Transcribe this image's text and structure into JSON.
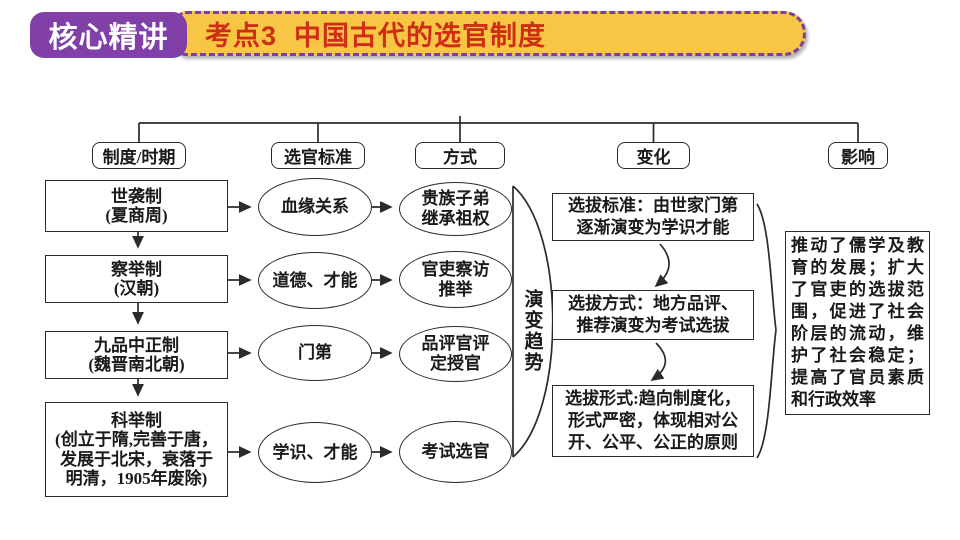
{
  "header": {
    "badge": "核心精讲",
    "title": "考点3  中国古代的选官制度"
  },
  "colors": {
    "badge_bg": "#8040A8",
    "banner_bg": "#F8C645",
    "banner_border": "#7B3FA0",
    "title_red": "#CE2E16",
    "line": "#2b2b2b"
  },
  "column_headers": [
    "制度/时期",
    "选官标准",
    "方式",
    "变化",
    "影响"
  ],
  "systems": [
    "世袭制\n(夏商周)",
    "察举制\n(汉朝)",
    "九品中正制\n(魏晋南北朝)",
    "科举制\n(创立于隋,完善于唐，\n发展于北宋，衰落于\n明清，1905年废除)"
  ],
  "criteria": [
    "血缘关系",
    "道德、才能",
    "门第",
    "学识、才能"
  ],
  "methods": [
    "贵族子弟\n继承祖权",
    "官吏察访\n推举",
    "品评官评\n定授官",
    "考试选官"
  ],
  "trend_label": "演变趋势",
  "changes": [
    "选拔标准：由世家门第\n逐渐演变为学识才能",
    "选拔方式：地方品评、\n推荐演变为考试选拔",
    "选拔形式:趋向制度化，\n形式严密，体现相对公\n开、公平、公正的原则"
  ],
  "impact": "推动了儒学及教育的发展；扩大了官吏的选拔范围，促进了社会阶层的流动，维护了社会稳定；提高了官员素质和行政效率"
}
